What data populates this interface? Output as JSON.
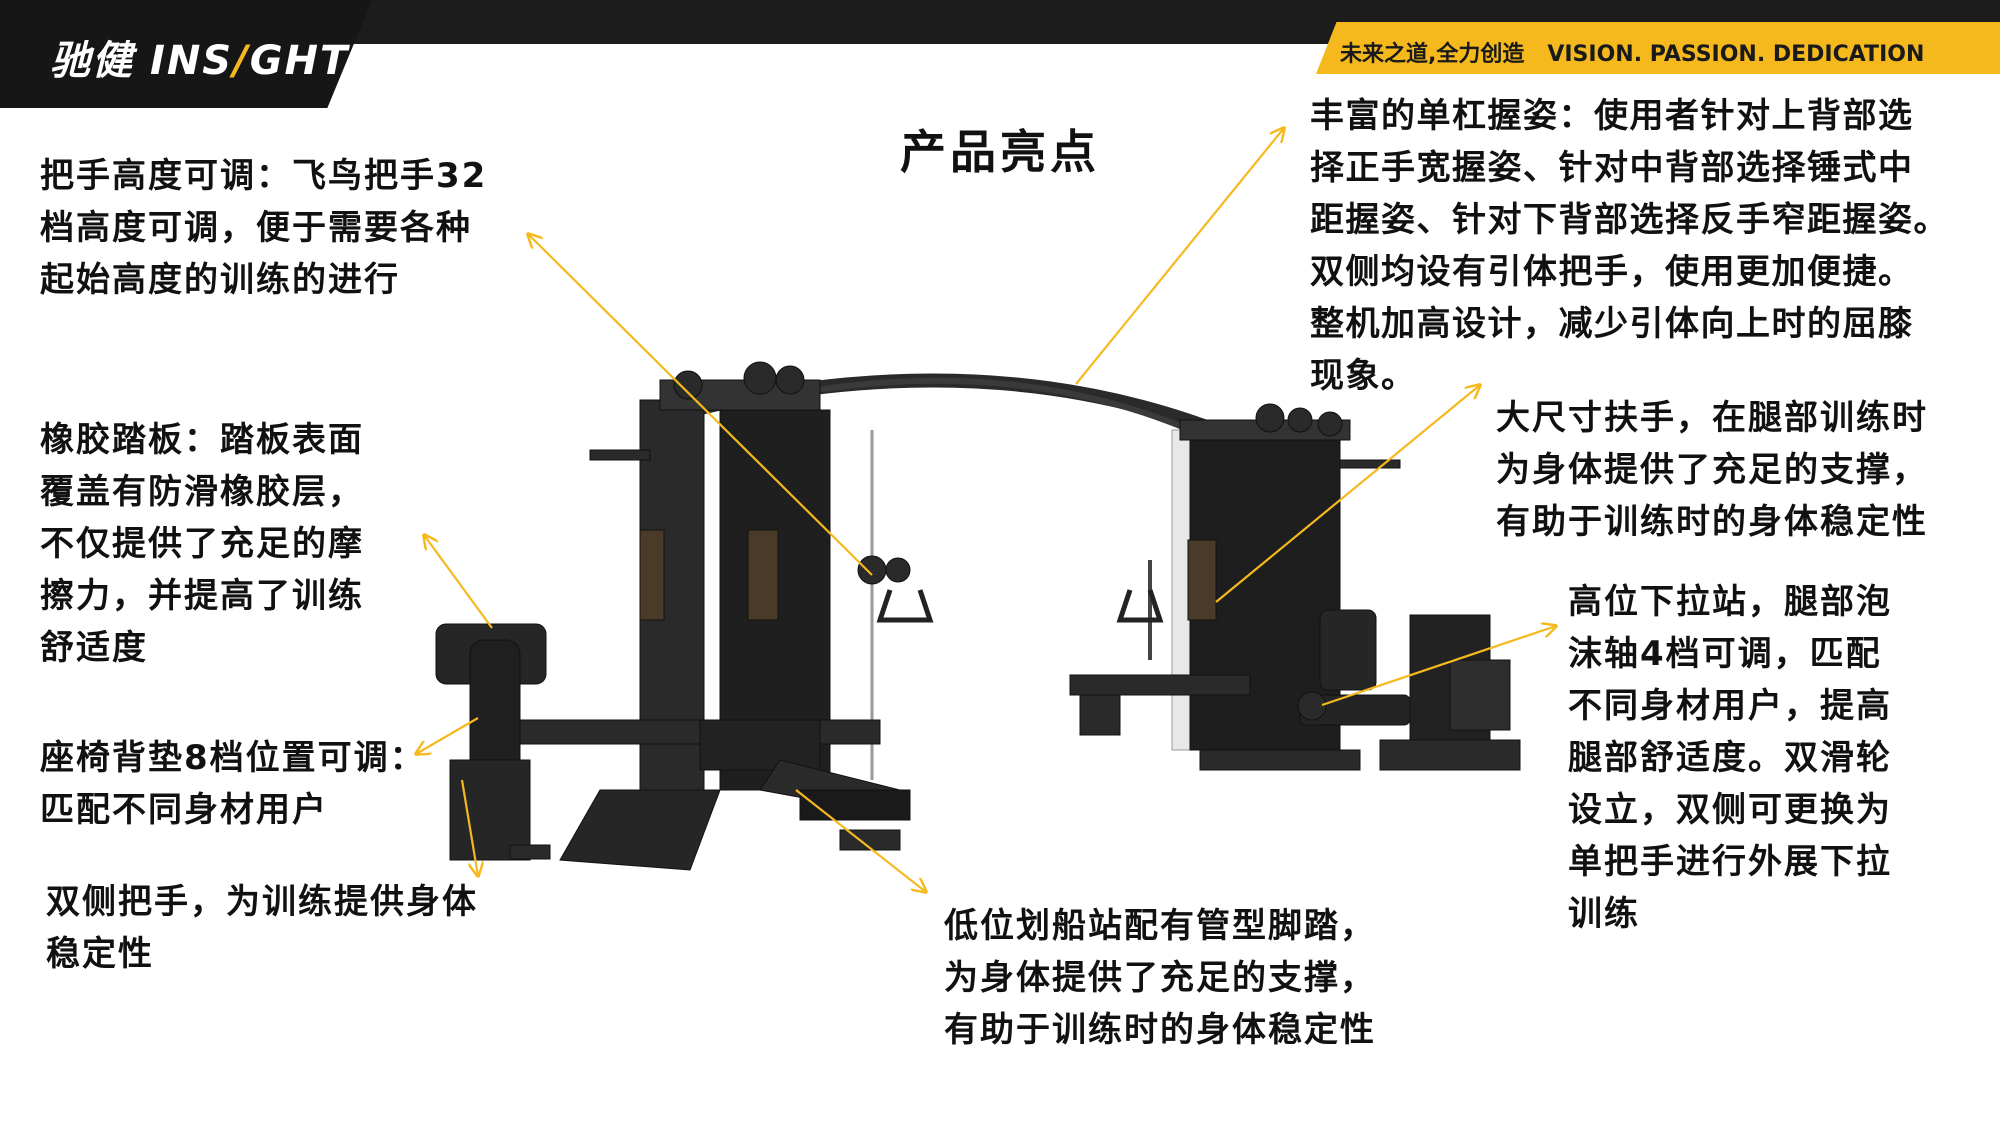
{
  "header": {
    "logo_prefix": "驰健",
    "logo_ins": "INS",
    "logo_bolt": "/",
    "logo_ght": "GHT",
    "slogan": "未来之道,全力创造   VISION. PASSION. DEDICATION"
  },
  "title": "产品亮点",
  "callouts": {
    "handle_height": [
      "把手高度可调：飞鸟把手32",
      "档高度可调，便于需要各种",
      "起始高度的训练的进行"
    ],
    "rubber_pedal": [
      "橡胶踏板：踏板表面",
      "覆盖有防滑橡胶层，",
      "不仅提供了充足的摩",
      "擦力，并提高了训练",
      "舒适度"
    ],
    "seat_pad": [
      "座椅背垫8档位置可调：",
      "匹配不同身材用户"
    ],
    "dual_handles": [
      "双侧把手，为训练提供身体",
      "稳定性"
    ],
    "low_row": [
      "低位划船站配有管型脚踏，",
      "为身体提供了充足的支撑，",
      "有助于训练时的身体稳定性"
    ],
    "pullup_grips": [
      "丰富的单杠握姿：使用者针对上背部选",
      "择正手宽握姿、针对中背部选择锤式中",
      "距握姿、针对下背部选择反手窄距握姿。",
      "双侧均设有引体把手，使用更加便捷。",
      "整机加高设计，减少引体向上时的屈膝",
      "现象。"
    ],
    "large_handrail": [
      "大尺寸扶手，在腿部训练时",
      "为身体提供了充足的支撑，",
      "有助于训练时的身体稳定性"
    ],
    "high_pulldown": [
      "高位下拉站，腿部泡",
      "沫轴4档可调，匹配",
      "不同身材用户，提高",
      "腿部舒适度。双滑轮",
      "设立，双侧可更换为",
      "单把手进行外展下拉",
      "训练"
    ]
  },
  "colors": {
    "accent": "#f5b91e",
    "dark": "#1c1c1c",
    "text": "#111111",
    "machine": "#2a2a2a"
  }
}
